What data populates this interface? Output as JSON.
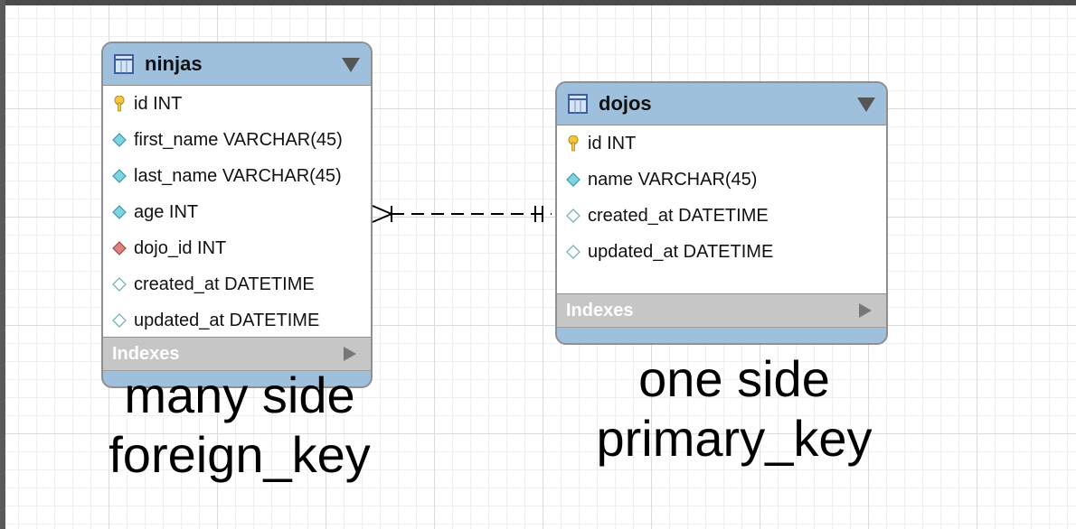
{
  "tables": {
    "ninjas": {
      "name": "ninjas",
      "columns": [
        {
          "label": "id INT",
          "kind": "primary-key"
        },
        {
          "label": "first_name VARCHAR(45)",
          "kind": "column"
        },
        {
          "label": "last_name VARCHAR(45)",
          "kind": "column"
        },
        {
          "label": "age INT",
          "kind": "column"
        },
        {
          "label": "dojo_id INT",
          "kind": "foreign-key"
        },
        {
          "label": "created_at DATETIME",
          "kind": "nullable"
        },
        {
          "label": "updated_at DATETIME",
          "kind": "nullable"
        }
      ],
      "indexes_label": "Indexes"
    },
    "dojos": {
      "name": "dojos",
      "columns": [
        {
          "label": "id INT",
          "kind": "primary-key"
        },
        {
          "label": "name VARCHAR(45)",
          "kind": "column"
        },
        {
          "label": "created_at DATETIME",
          "kind": "nullable"
        },
        {
          "label": "updated_at DATETIME",
          "kind": "nullable"
        }
      ],
      "indexes_label": "Indexes"
    }
  },
  "relationship": {
    "from": "ninjas",
    "to": "dojos",
    "from_cardinality": "many",
    "to_cardinality": "one",
    "style": "dashed"
  },
  "captions": {
    "left": {
      "line1": "many side",
      "line2": "foreign_key"
    },
    "right": {
      "line1": "one side",
      "line2": "primary_key"
    }
  },
  "colors": {
    "header": "#9fc0dc",
    "indexes": "#c6c6c6",
    "key_icon": "#f2c744",
    "column_icon": "#7fd3de",
    "foreign_key_icon": "#d98383",
    "nullable_icon": "#ffffff"
  },
  "icons": {
    "table": "table-icon",
    "collapse": "triangle-down-icon",
    "expand": "triangle-right-icon"
  }
}
